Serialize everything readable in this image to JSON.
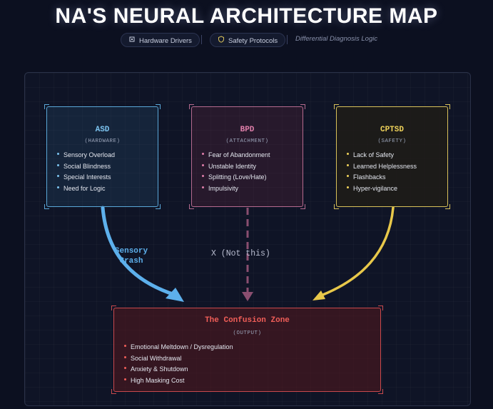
{
  "header": {
    "title": "NA'S NEURAL ARCHITECTURE MAP",
    "pills": [
      {
        "label": "Hardware Drivers",
        "icon": "chip-icon"
      },
      {
        "label": "Safety Protocols",
        "icon": "shield-icon"
      }
    ],
    "subtitle": "Differential Diagnosis Logic"
  },
  "colors": {
    "asd": "#5aa7d8",
    "bpd": "#b56a8e",
    "cptsd": "#d8c15a",
    "zone": "#c9494d",
    "background": "#0c1020"
  },
  "nodes": {
    "asd": {
      "title": "ASD",
      "subtitle": "(HARDWARE)",
      "items": [
        "Sensory Overload",
        "Social Blindness",
        "Special Interests",
        "Need for Logic"
      ]
    },
    "bpd": {
      "title": "BPD",
      "subtitle": "(ATTACHMENT)",
      "items": [
        "Fear of Abandonment",
        "Unstable Identity",
        "Splitting (Love/Hate)",
        "Impulsivity"
      ]
    },
    "cptsd": {
      "title": "CPTSD",
      "subtitle": "(SAFETY)",
      "items": [
        "Lack of Safety",
        "Learned Helplessness",
        "Flashbacks",
        "Hyper-vigilance"
      ]
    },
    "zone": {
      "title": "The Confusion Zone",
      "subtitle": "(OUTPUT)",
      "items": [
        "Emotional Meltdown / Dysregulation",
        "Social Withdrawal",
        "Anxiety & Shutdown",
        "High Masking Cost"
      ]
    }
  },
  "edges": {
    "asd_to_zone": {
      "label_line1": "Sensory",
      "label_line2": "Crash",
      "style": "solid"
    },
    "bpd_to_zone": {
      "label": "X (Not this)",
      "style": "dashed"
    },
    "cptsd_to_zone": {
      "style": "solid"
    }
  }
}
